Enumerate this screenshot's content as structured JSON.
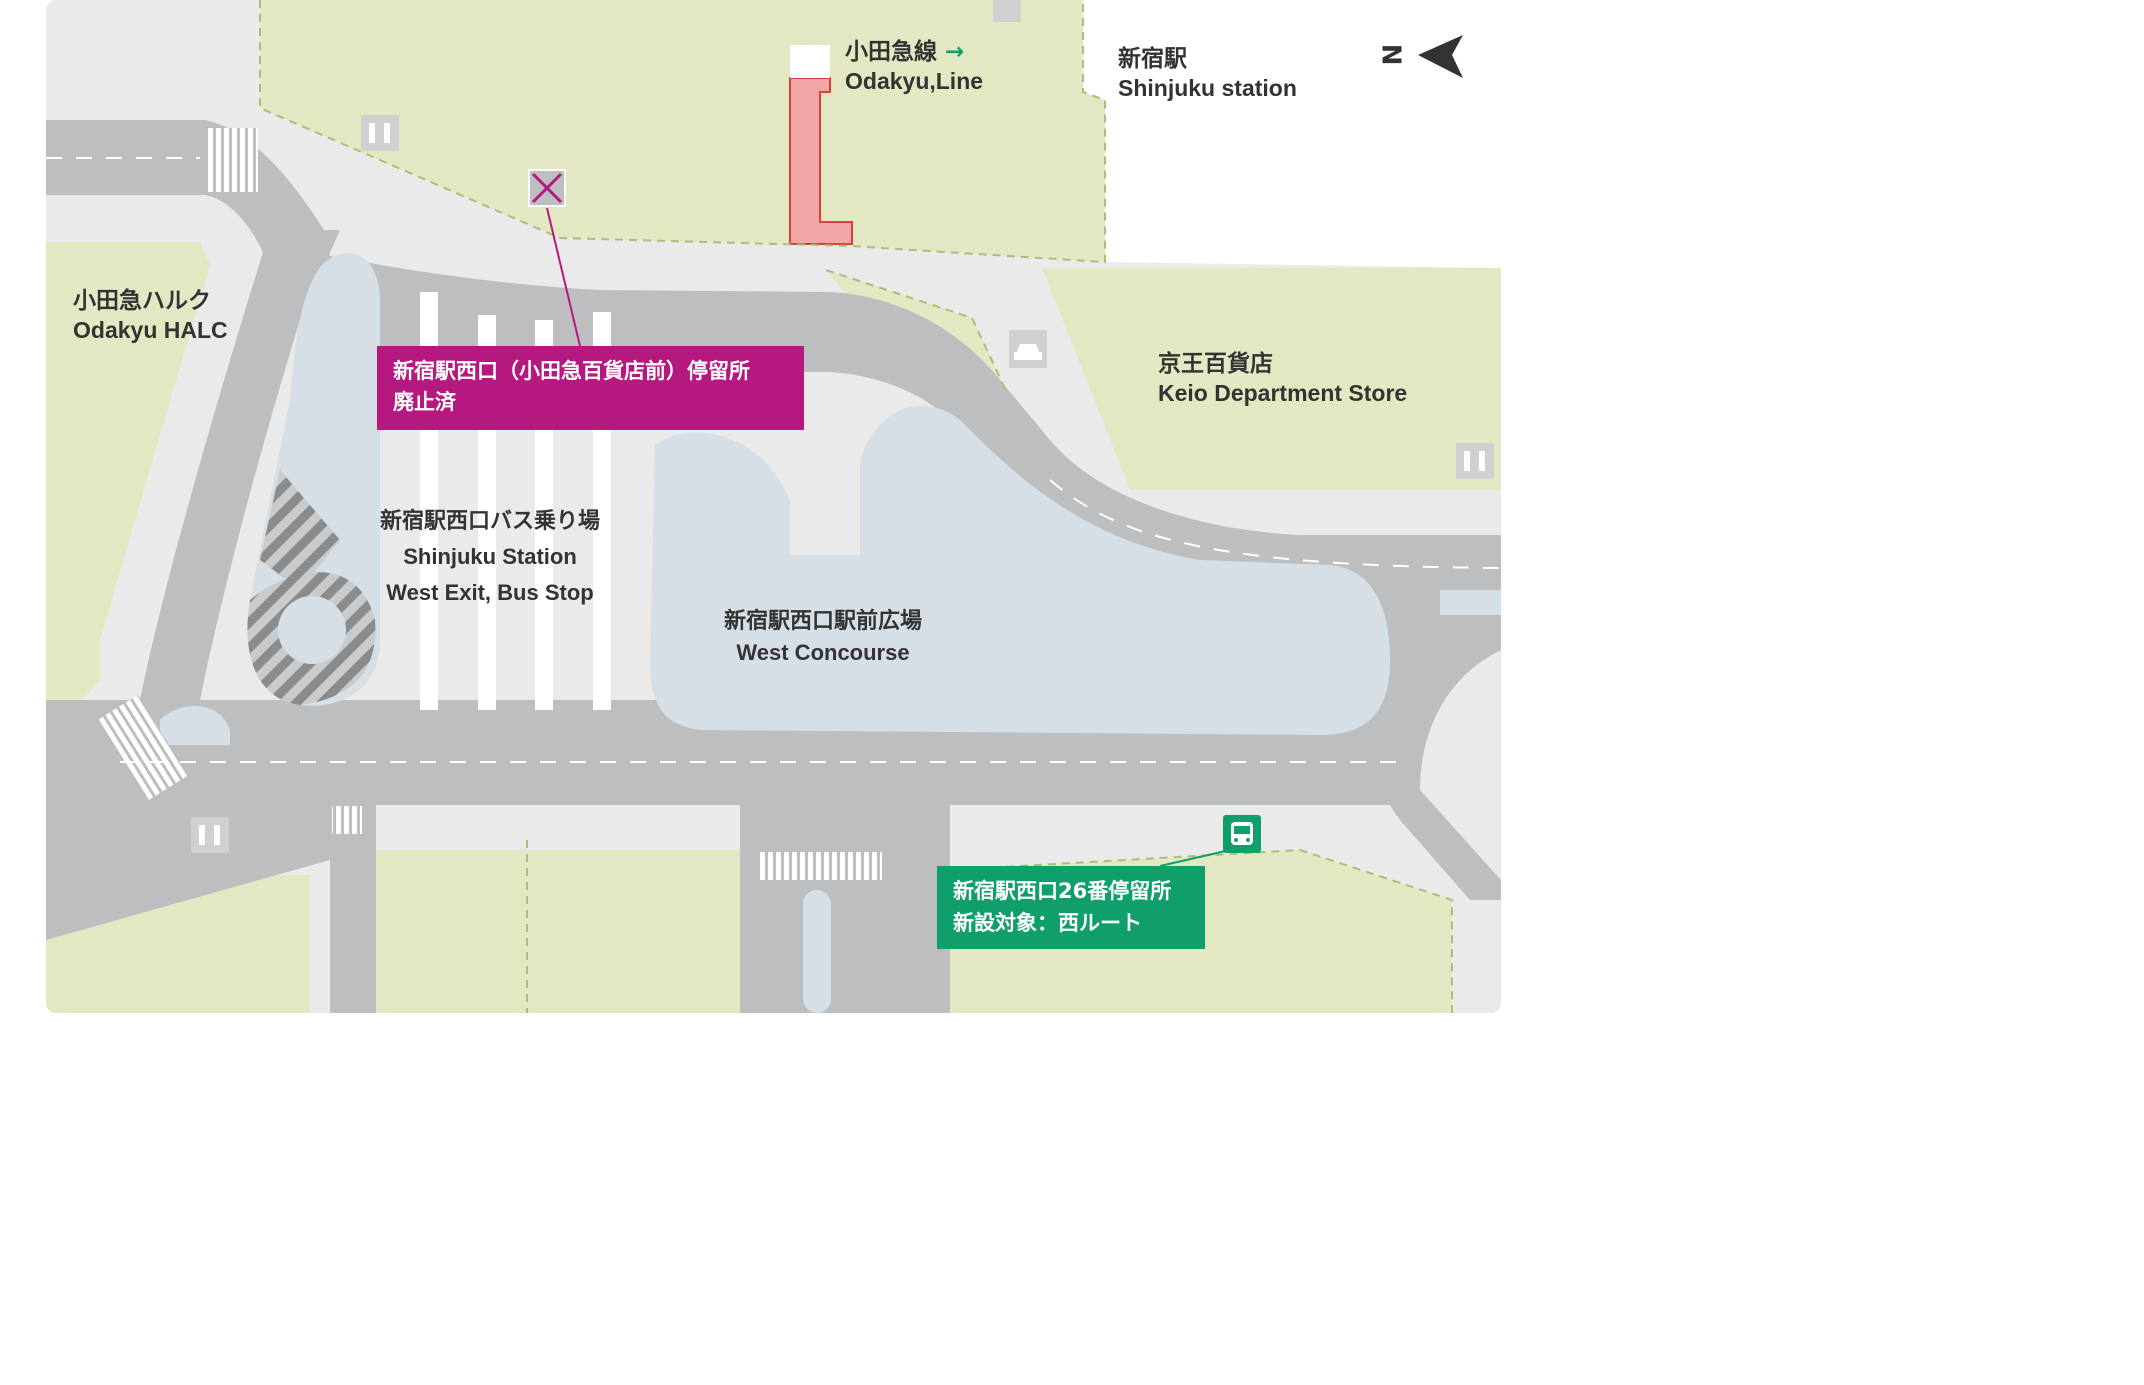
{
  "colors": {
    "block_green": "#e3e8c3",
    "road": "#bdbec0",
    "sidewalk": "#eaeaea",
    "plaza": "#d5dfe5",
    "odakyu_line": "#f4a6a6",
    "closed_stop": "#b5197f",
    "new_stop": "#0f9f6a",
    "text": "#333333"
  },
  "icons": {
    "north_arrow": "north-arrow-icon",
    "toilet": "toilet-icon",
    "taxi": "taxi-icon",
    "bus": "bus-icon",
    "closed_stop": "closed-bus-stop-icon",
    "arrow": "right-arrow-icon"
  },
  "labels": {
    "odakyu_line": {
      "ja": "小田急線",
      "arrow": "→",
      "en": "Odakyu,Line"
    },
    "shinjuku_station": {
      "ja": "新宿駅",
      "en": "Shinjuku station"
    },
    "odakyu_halc": {
      "ja": "小田急ハルク",
      "en": "Odakyu HALC"
    },
    "keio": {
      "ja": "京王百貨店",
      "en": "Keio Department Store"
    },
    "bus_terminal": {
      "ja": "新宿駅西口バス乗り場",
      "en1": "Shinjuku Station",
      "en2": "West Exit, Bus Stop"
    },
    "west_concourse": {
      "ja": "新宿駅西口駅前広場",
      "en": "West Concourse"
    },
    "north_letter": "N"
  },
  "callouts": {
    "closed_stop": {
      "line1": "新宿駅西口（小田急百貨店前）停留所",
      "line2": "廃止済"
    },
    "new_stop": {
      "line1": "新宿駅西口26番停留所",
      "line2": "新設対象：西ルート"
    }
  }
}
